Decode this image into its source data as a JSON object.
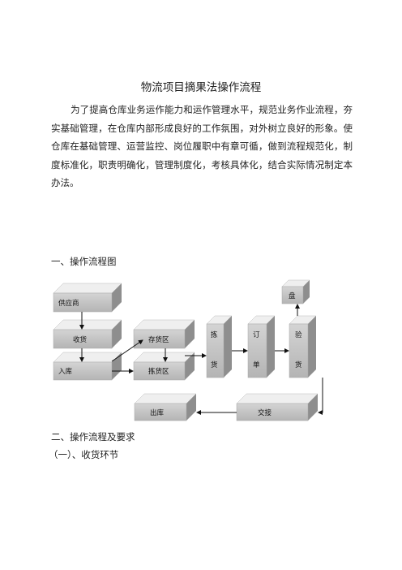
{
  "doc": {
    "title": "物流项目摘果法操作流程",
    "paragraph": "为了提高仓库业务运作能力和运作管理水平，规范业务作业流程，夯实基础管理，在仓库内部形成良好的工作氛围，对外树立良好的形象。使仓库在基础管理、运营监控、岗位履职中有章可循，做到流程规范化，制度标准化，职责明确化，管理制度化，考核具体化，结合实际情况制定本办法。",
    "section1": "一、操作流程图",
    "section2": "二、操作流程及要求",
    "section3": "（一）、收货环节"
  },
  "diagram": {
    "supplier": "供应商",
    "receive": "收货",
    "inbound": "入库",
    "storage": "存货区",
    "picking_area": "拣货区",
    "pick_a": "拣",
    "pick_b": "货",
    "order_a": "订",
    "order_b": "单",
    "check_a": "验",
    "check_b": "货",
    "stocktake": "盘",
    "handover": "交接",
    "outbound": "出库"
  }
}
